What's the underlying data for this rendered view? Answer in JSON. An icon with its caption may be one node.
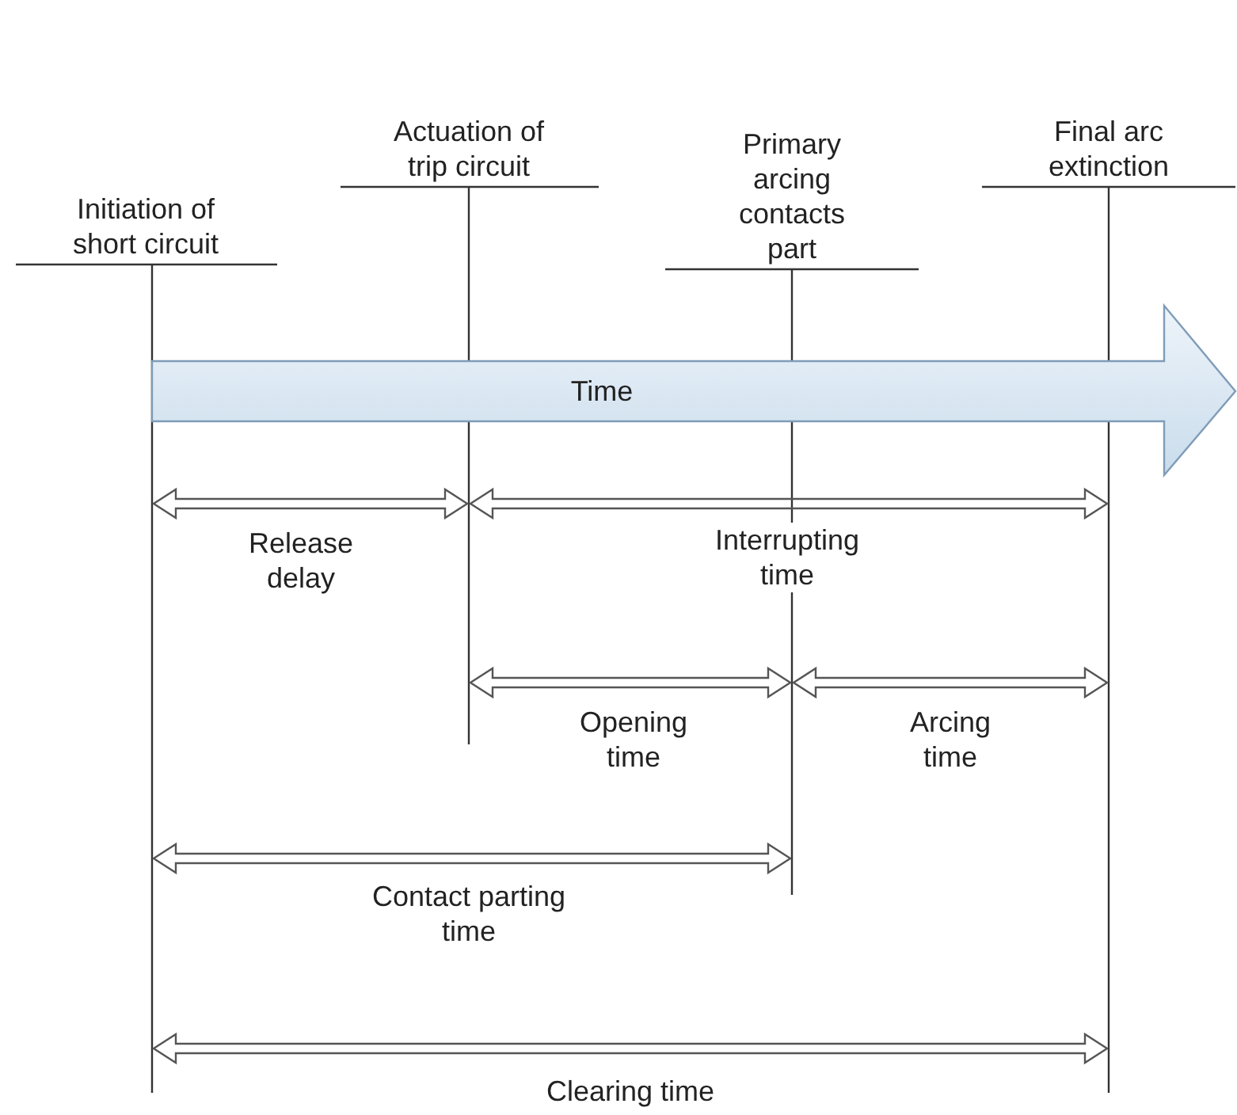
{
  "diagram": {
    "labels": [
      "Actuation of trip circuit",
      "Initiation of short circuit",
      "Primary arcing contacts part",
      "Final arc extinction",
      "Time",
      "Release delay",
      "Interrupting time",
      "Opening time",
      "Arcing time",
      "Contact parting time",
      "Clearing time"
    ]
  }
}
